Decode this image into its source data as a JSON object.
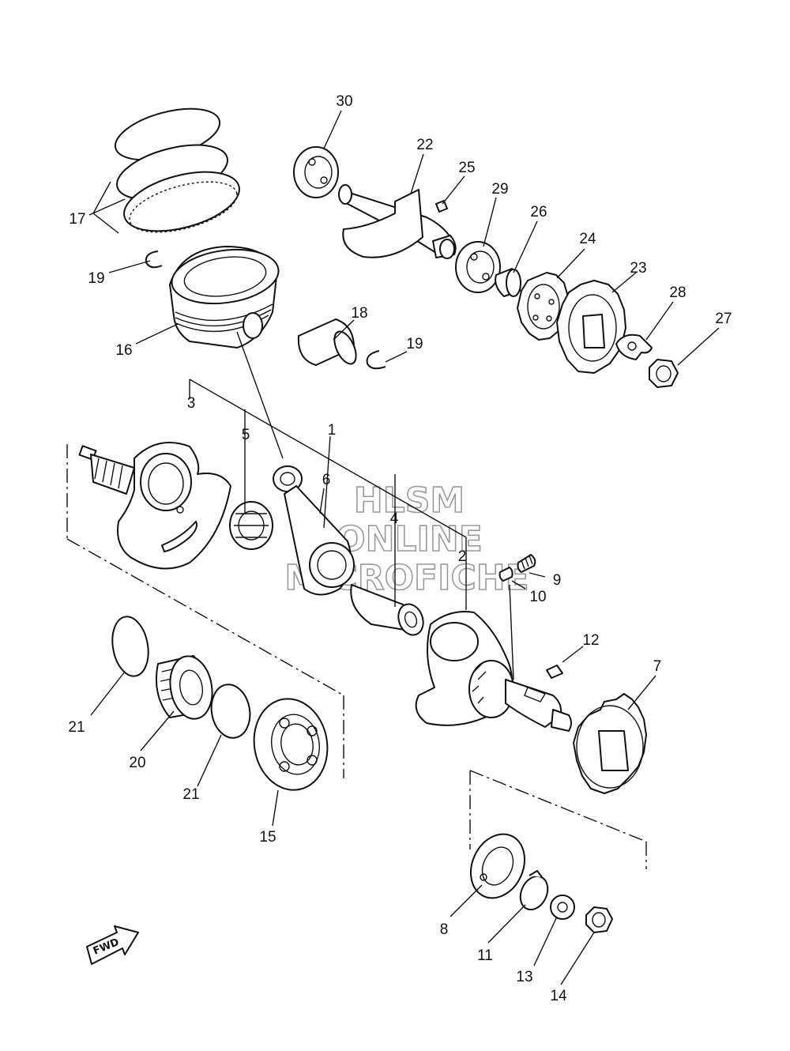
{
  "watermark": {
    "line1": "HLSM",
    "line2": "ONLINE",
    "line3": "MICROFICHE"
  },
  "fwd_label": "FWD",
  "callouts": [
    "1",
    "2",
    "3",
    "4",
    "5",
    "6",
    "7",
    "8",
    "9",
    "10",
    "11",
    "12",
    "13",
    "14",
    "15",
    "16",
    "17",
    "18",
    "19",
    "19",
    "20",
    "21",
    "21",
    "22",
    "23",
    "24",
    "25",
    "26",
    "27",
    "28",
    "29",
    "30"
  ]
}
